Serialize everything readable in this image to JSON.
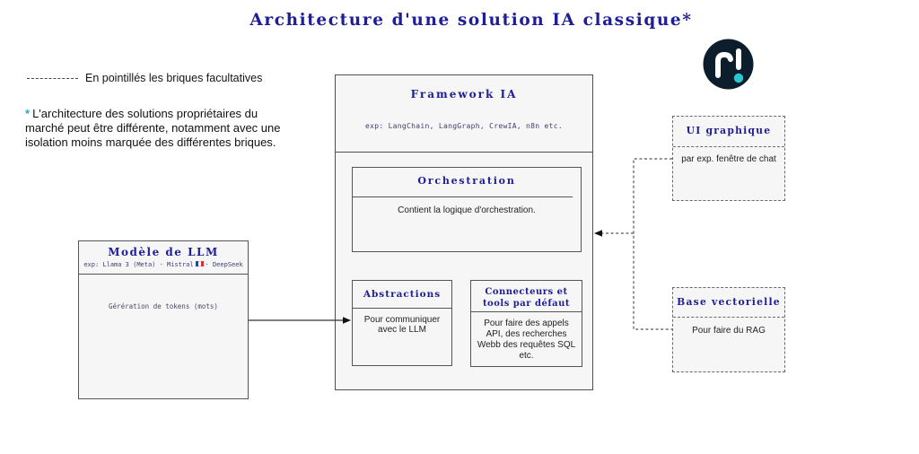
{
  "title": "Architecture d'une solution IA classique*",
  "legend": {
    "dashed_label": "En pointillés les briques facultatives",
    "note_asterisk": "*",
    "note_text": "L'architecture des solutions propriétaires du marché peut être différente, notamment avec une isolation moins marquée des différentes briques."
  },
  "framework": {
    "title": "Framework IA",
    "subtitle": "exp: LangChain, LangGraph, CrewIA, n8n etc.",
    "orchestration": {
      "title": "Orchestration",
      "body": "Contient la logique d'orchestration."
    },
    "abstractions": {
      "title": "Abstractions",
      "body": "Pour communiquer avec le LLM"
    },
    "connectors": {
      "title": "Connecteurs et tools par défaut",
      "body": "Pour faire des appels API, des recherches Webb des requêtes SQL etc."
    }
  },
  "llm": {
    "title": "Modèle de LLM",
    "subtitle_prefix": "exp: Llama 3 (Meta) · Mistral",
    "subtitle_suffix": "· DeepSeek",
    "flag": "france-flag",
    "body": "Gérération de tokens (mots)"
  },
  "ui_box": {
    "title": "UI graphique",
    "body": "par exp. fenêtre de chat"
  },
  "vector_box": {
    "title": "Base vectorielle",
    "body": "Pour faire du RAG"
  },
  "logo": {
    "glyph": "r!",
    "background": "#0c1e2b",
    "mark_color": "#ffffff",
    "dot_color": "#2bc7d0"
  },
  "colors": {
    "accent_navy": "#1e1e96",
    "asterisk_blue": "#2f9fd6",
    "box_background": "#f5f6f5",
    "box_border": "#4f4f4f",
    "arrow": "#333333"
  }
}
